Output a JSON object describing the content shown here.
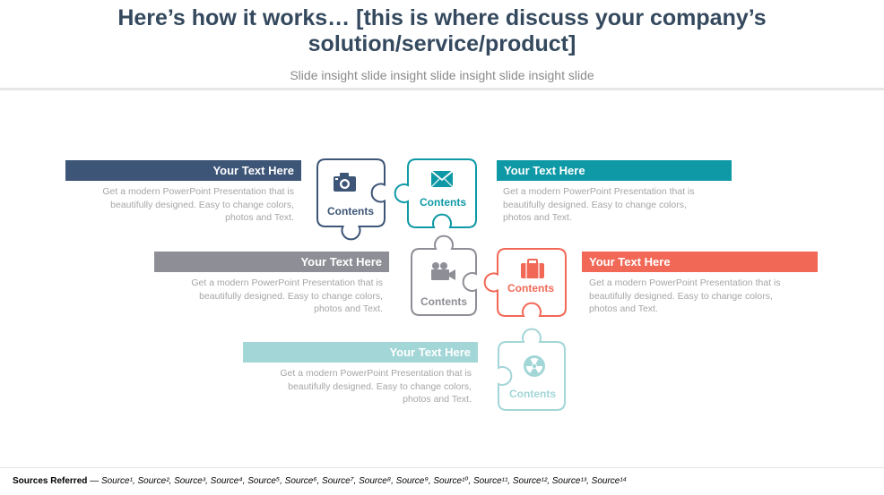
{
  "header": {
    "title_line1": "Here’s how it works… [this is where discuss your company’s",
    "title_line2": "solution/service/product]",
    "subtitle": "Slide insight slide insight slide insight slide insight slide"
  },
  "items": [
    {
      "heading": "Your Text Here",
      "body": "Get a modern PowerPoint  Presentation that is\nbeautifully designed. Easy to change colors,\nphotos and Text.",
      "piece_label": "Contents",
      "icon": "camera-icon",
      "color": "#3d5577"
    },
    {
      "heading": "Your Text Here",
      "body": "Get a modern PowerPoint  Presentation that is\nbeautifully designed. Easy to change colors,\nphotos and Text.",
      "piece_label": "Contents",
      "icon": "envelope-icon",
      "color": "#0f99a6"
    },
    {
      "heading": "Your Text Here",
      "body": "Get a modern PowerPoint  Presentation that is\nbeautifully designed. Easy to change colors,\nphotos and Text.",
      "piece_label": "Contents",
      "icon": "video-camera-icon",
      "color": "#8e8e96"
    },
    {
      "heading": "Your Text Here",
      "body": "Get a modern PowerPoint  Presentation that is\nbeautifully designed. Easy to change colors,\nphotos and Text.",
      "piece_label": "Contents",
      "icon": "briefcase-icon",
      "color": "#f26857"
    },
    {
      "heading": "Your Text Here",
      "body": "Get a modern PowerPoint  Presentation that is\nbeautifully designed. Easy to change colors,\nphotos and Text.",
      "piece_label": "Contents",
      "icon": "radiation-icon",
      "color": "#a3d6d7"
    }
  ],
  "sources": {
    "label": "Sources Referred",
    "separator": " — ",
    "list": "Source¹, Source², Source³, Source⁴, Source⁵, Source⁶, Source⁷, Source⁸, Source⁹, Source¹⁰, Source¹¹, Source¹², Source¹³, Source¹⁴"
  }
}
